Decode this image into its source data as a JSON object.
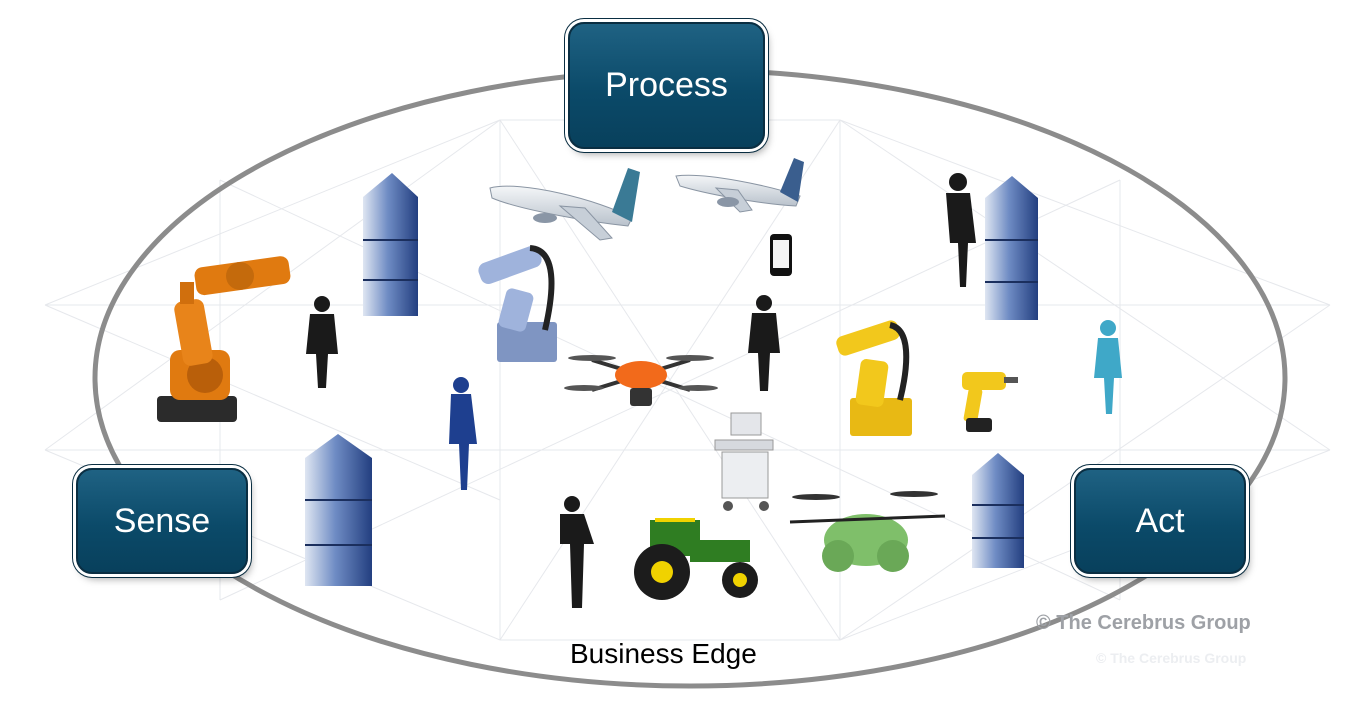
{
  "nodes": {
    "process": "Process",
    "sense": "Sense",
    "act": "Act"
  },
  "edge_label": "Business Edge",
  "copyright": "© The Cerebrus Group",
  "copyright_ghost": "© The Cerebrus Group",
  "colors": {
    "box": "#0b4a69",
    "ellipse": "#8c8c8c",
    "robot_orange": "#e07a10",
    "robot_yellow": "#f2c81c",
    "robot_blue": "#8fa8d8",
    "drone_orange": "#f26a1b",
    "drone_green": "#7fbf6a",
    "tractor_green": "#2f7d22",
    "person_blue": "#1e3f8f",
    "person_cyan": "#3fa8c8",
    "building": "#5a78b0"
  },
  "icons": [
    "industrial-robot-icon",
    "server-tower-icon",
    "person-silhouette-icon",
    "airplane-icon",
    "smartphone-icon",
    "quadcopter-drone-icon",
    "ultrasound-machine-icon",
    "tractor-icon",
    "power-drill-icon"
  ]
}
